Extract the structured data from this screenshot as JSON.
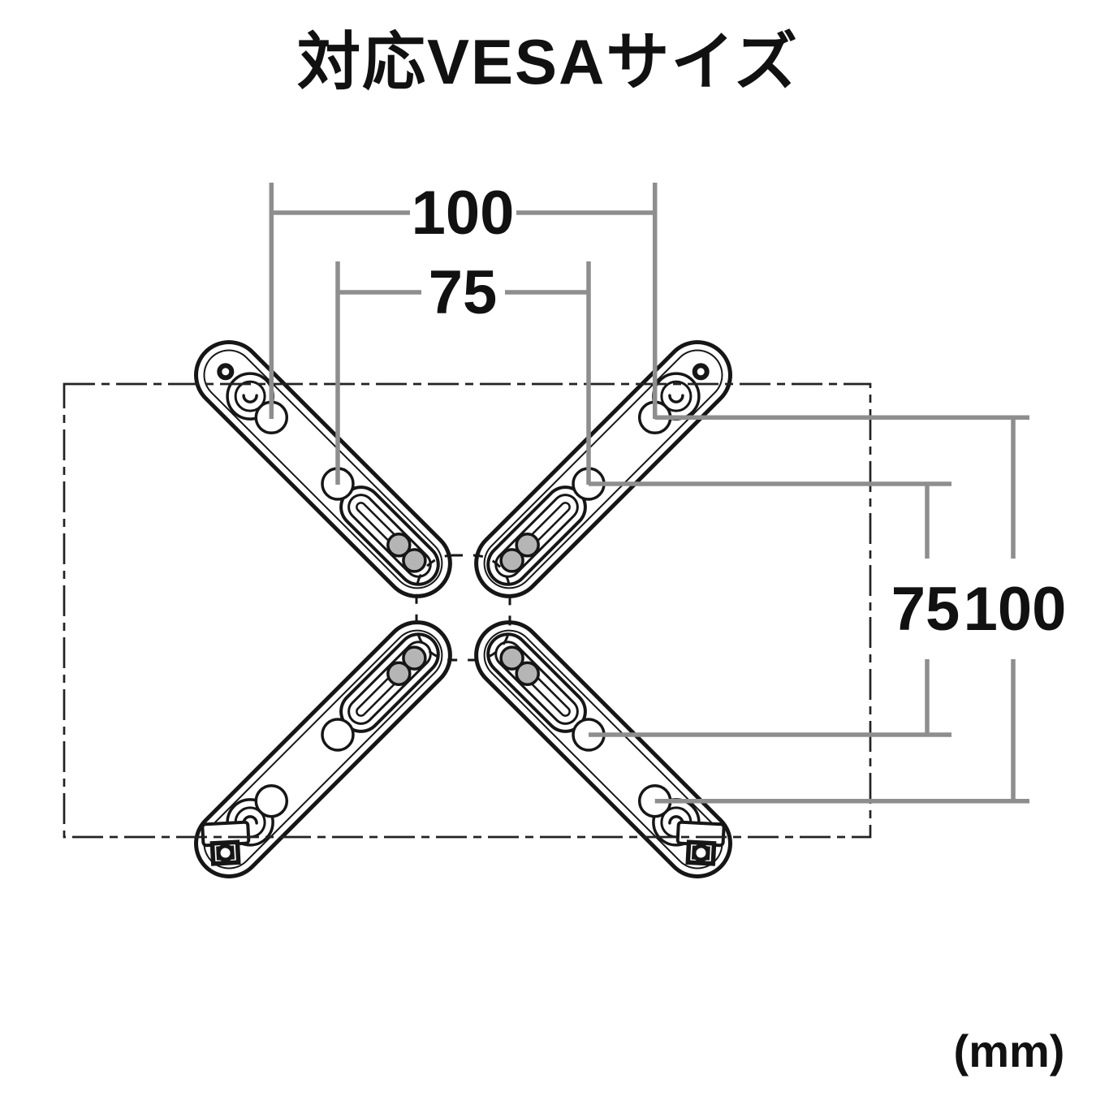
{
  "title": "対応VESAサイズ",
  "unit_label": "(mm)",
  "dimensions": {
    "top": [
      {
        "name": "horizontal-100",
        "label": "100"
      },
      {
        "name": "horizontal-75",
        "label": "75"
      }
    ],
    "right": [
      {
        "name": "vertical-75",
        "label": "75"
      },
      {
        "name": "vertical-100",
        "label": "100"
      }
    ]
  },
  "icons": {
    "bracket": "vesa-adapter-arm",
    "monitor": "monitor-outline-dashed",
    "center": "center-plate-hidden-outline"
  },
  "colors": {
    "background": "#ffffff",
    "line": "#161616",
    "outline": "#222222",
    "dim-line": "#8e8e8e",
    "screw": "#b5b5b5",
    "text": "#111111"
  }
}
